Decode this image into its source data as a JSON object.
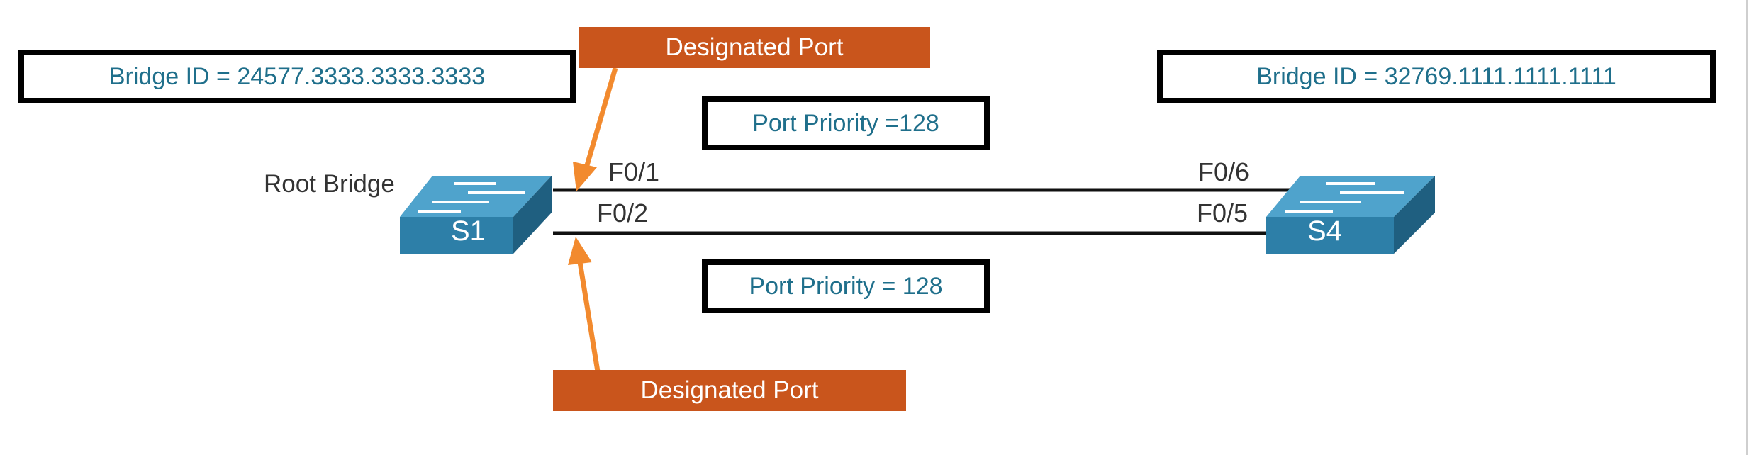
{
  "bridge_ids": {
    "s1": "Bridge ID = 24577.3333.3333.3333",
    "s4": "Bridge ID = 32769.1111.1111.1111"
  },
  "designated_ports": {
    "top": "Designated Port",
    "bottom": "Designated Port"
  },
  "port_priority": {
    "top": "Port Priority =128",
    "bottom": "Port Priority = 128"
  },
  "root_bridge_label": "Root Bridge",
  "switches": {
    "s1": "S1",
    "s4": "S4"
  },
  "ports": {
    "f01": "F0/1",
    "f02": "F0/2",
    "f06": "F0/6",
    "f05": "F0/5"
  },
  "colors": {
    "arrow": "#f28a2e",
    "label_box": "#c9551c",
    "switch_front": "#2d7fa8",
    "switch_top": "#4fa3cc",
    "text_teal": "#1f6f8b"
  }
}
